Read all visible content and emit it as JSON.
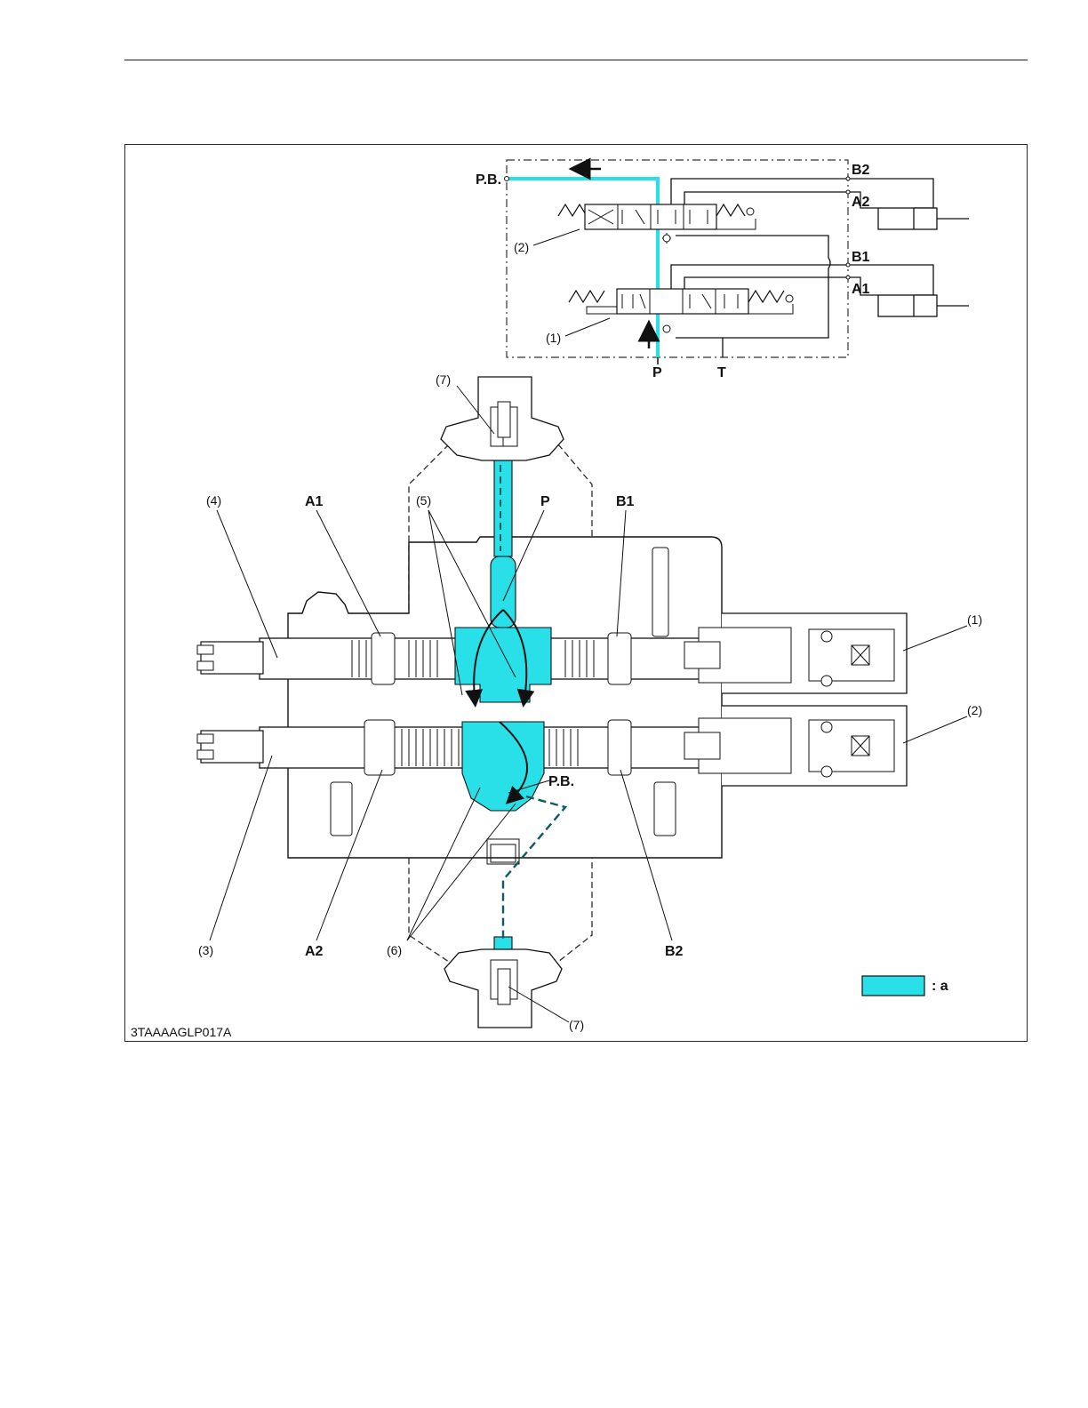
{
  "figure_code": "3TAAAAGLP017A",
  "colors": {
    "pressure_oil": "#29e0e8",
    "line": "#111111",
    "dashed": "#2a2a2a"
  },
  "schematic": {
    "ports": {
      "pb": "P.B.",
      "b2": "B2",
      "a2": "A2",
      "b1": "B1",
      "a1": "A1",
      "p": "P",
      "t": "T"
    },
    "callouts": {
      "valve2": "(2)",
      "valve1": "(1)"
    }
  },
  "section": {
    "ports": {
      "a1": "A1",
      "p": "P",
      "b1": "B1",
      "pb": "P.B.",
      "a2": "A2",
      "b2": "B2"
    },
    "callouts": {
      "c7_top": "(7)",
      "c4": "(4)",
      "c5": "(5)",
      "c1": "(1)",
      "c2": "(2)",
      "c3": "(3)",
      "c6": "(6)",
      "c7_bottom": "(7)"
    }
  },
  "legend": {
    "label": ": a"
  }
}
